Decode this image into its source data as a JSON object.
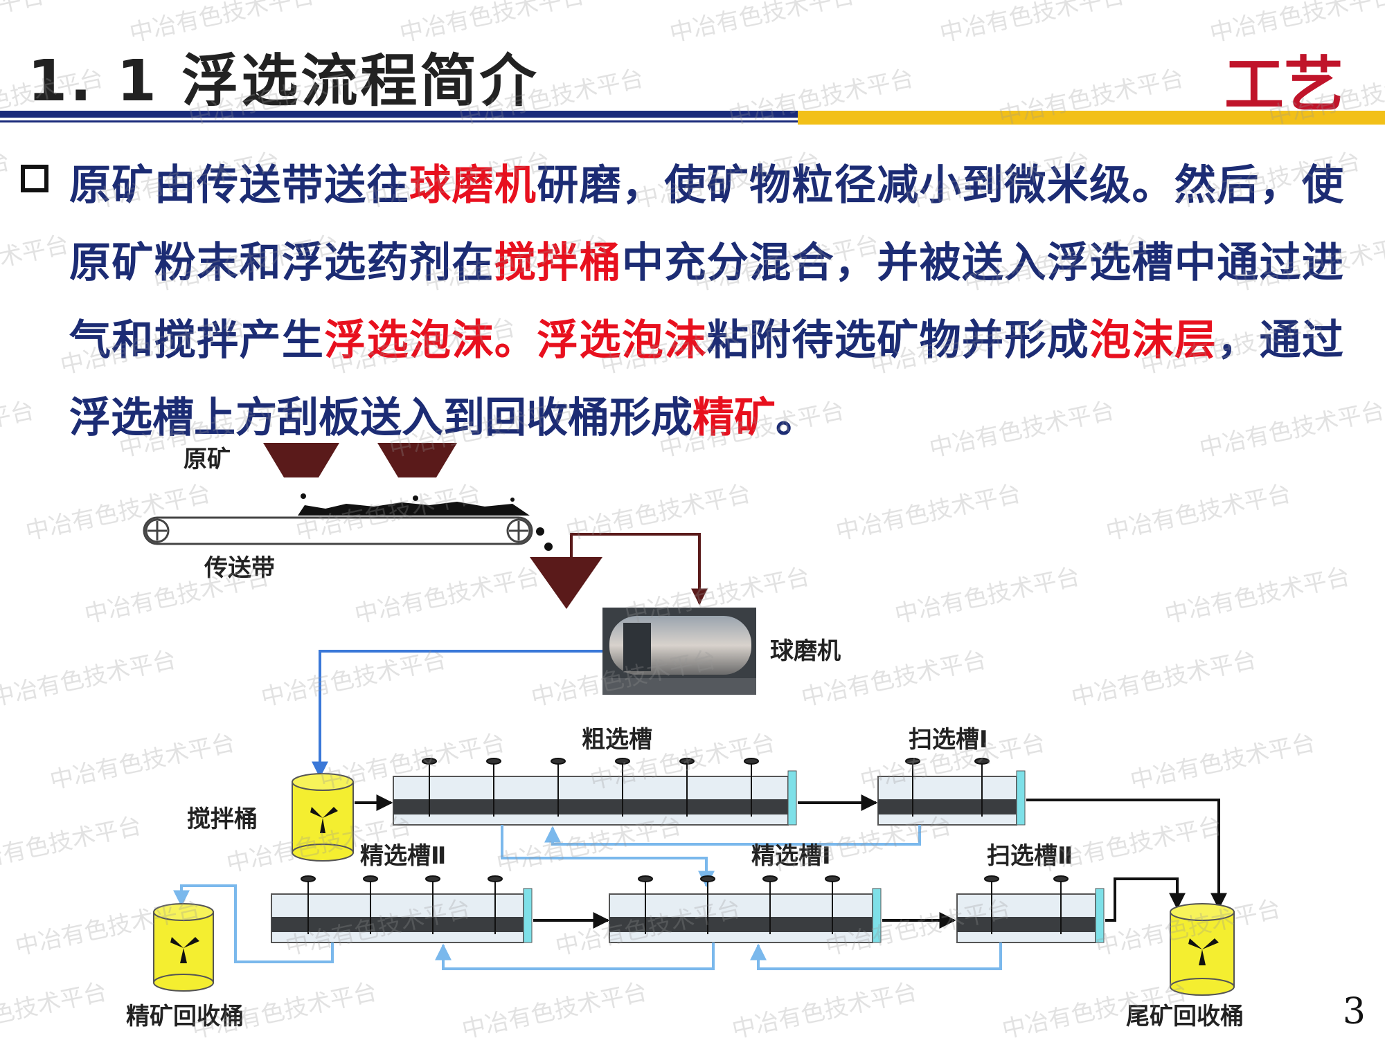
{
  "header": {
    "title": "1. 1  浮选流程简介",
    "tag": "工艺"
  },
  "paragraph": {
    "segments": [
      {
        "text": "原矿由传送带送往",
        "hl": false
      },
      {
        "text": "球磨机",
        "hl": true
      },
      {
        "text": "研磨，使矿物粒径减小到微米级。然后，使原矿粉末和浮选药剂在",
        "hl": false
      },
      {
        "text": "搅拌桶",
        "hl": true
      },
      {
        "text": "中充分混合，并被送入浮选槽中通过进气和搅拌产生",
        "hl": false
      },
      {
        "text": "浮选泡沫。浮选泡沫",
        "hl": true
      },
      {
        "text": "粘附待选矿物并形成",
        "hl": false
      },
      {
        "text": "泡沫层",
        "hl": true
      },
      {
        "text": "，通过浮选槽上方刮板送入到回收桶形成",
        "hl": false
      },
      {
        "text": "精矿",
        "hl": true
      },
      {
        "text": "。",
        "hl": false
      }
    ]
  },
  "diagram": {
    "labels": {
      "raw_ore": "原矿",
      "conveyor": "传送带",
      "ball_mill": "球磨机",
      "mixing_tank": "搅拌桶",
      "rougher": "粗选槽",
      "scavenger_1": "扫选槽Ⅰ",
      "cleaner_2": "精选槽Ⅱ",
      "cleaner_1": "精选槽Ⅰ",
      "scavenger_2": "扫选槽Ⅱ",
      "concentrate_tank": "精矿回收桶",
      "tailings_tank": "尾矿回收桶"
    }
  },
  "watermark": "中冶有色技术平台",
  "page_number": "3",
  "colors": {
    "navy_text": "#1c2c74",
    "highlight": "#e8101e",
    "tag": "#c0142a",
    "rule_navy": "#1a2a7a",
    "rule_gold": "#f2c018",
    "hopper": "#5a1a1a",
    "flow_blue": "#3a78d8",
    "flow_light": "#7ab8ec",
    "tank_yellow": "#f4ee30",
    "cell_cyan": "#7ee0e8"
  }
}
